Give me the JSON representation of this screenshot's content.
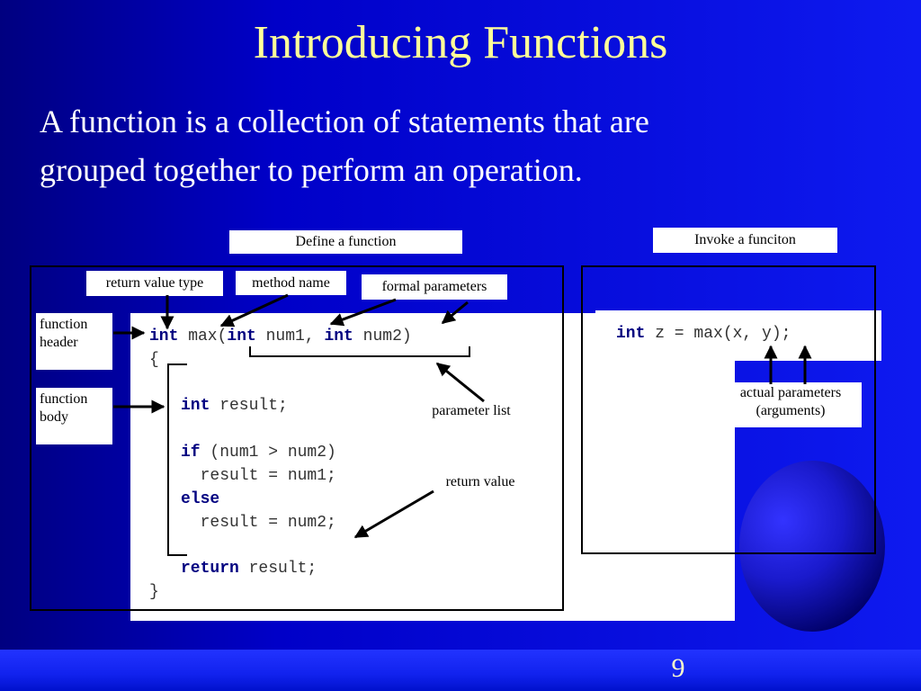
{
  "slide": {
    "title": "Introducing Functions",
    "intro_line1": "A function is a collection of statements that are",
    "intro_line2": "grouped together to perform an operation.",
    "page_number": "9"
  },
  "labels": {
    "define_function": "Define a function",
    "invoke_function": "Invoke a funciton",
    "return_value_type": "return value type",
    "method_name": "method name",
    "formal_parameters": "formal parameters",
    "function_header_1": "function",
    "function_header_2": "header",
    "function_body_1": "function",
    "function_body_2": "body",
    "parameter_list": "parameter list",
    "return_value": "return value",
    "actual_parameters_1": "actual parameters",
    "actual_parameters_2": "(arguments)"
  },
  "code": {
    "header_int": "int",
    "header_max": " max(",
    "header_int2": "int",
    "header_num1": " num1, ",
    "header_int3": "int",
    "header_num2": " num2)",
    "open_brace": "{",
    "decl_int": "int",
    "decl_rest": " result;",
    "if_kw": "if",
    "if_cond": " (num1 > num2)",
    "assign1": "  result = num1;",
    "else_kw": "else",
    "assign2": "  result = num2;",
    "return_kw": "return",
    "return_rest": " result;",
    "close_brace": "}",
    "invoke_int": "int",
    "invoke_rest": " z = max(x, y);"
  }
}
